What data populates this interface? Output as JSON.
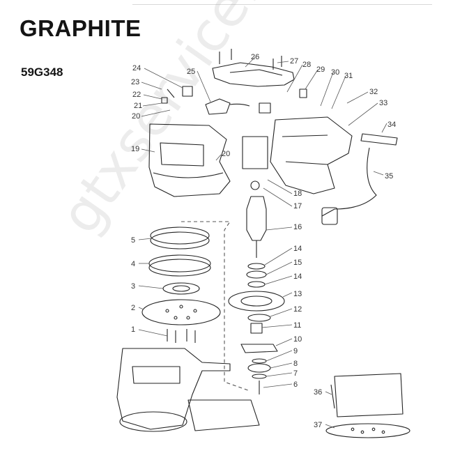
{
  "header": {
    "brand": "GRAPHITE",
    "model": "59G348"
  },
  "watermark": "gtxservice.pl",
  "colors": {
    "ink": "#222222",
    "leader": "#555555",
    "background": "#ffffff"
  },
  "callouts": [
    "24",
    "25",
    "26",
    "27",
    "28",
    "29",
    "30",
    "31",
    "32",
    "33",
    "34",
    "35",
    "23",
    "22",
    "21",
    "20",
    "20",
    "19",
    "18",
    "17",
    "16",
    "5",
    "4",
    "3",
    "2",
    "1",
    "14",
    "15",
    "14",
    "13",
    "12",
    "11",
    "10",
    "9",
    "8",
    "7",
    "6",
    "36",
    "37"
  ]
}
